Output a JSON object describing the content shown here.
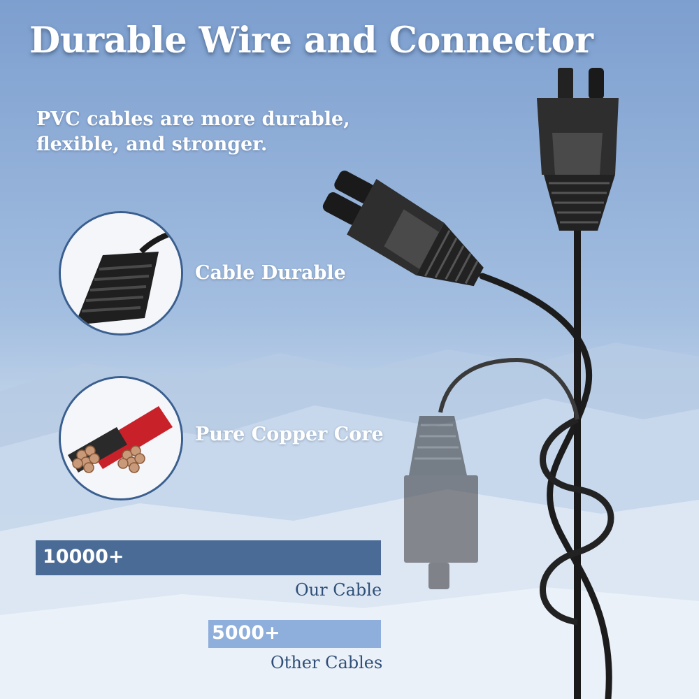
{
  "title": "Durable Wire and Connector",
  "subtitle_lines": [
    "PVC cables are more durable,",
    "flexible, and stronger."
  ],
  "features": [
    {
      "label": "Cable Durable",
      "icon": "connector-closeup-icon"
    },
    {
      "label": "Pure Copper Core",
      "icon": "copper-core-icon"
    }
  ],
  "comparison": {
    "ours": {
      "value": "10000+",
      "label": "Our Cable",
      "color": "#4a6b96"
    },
    "others": {
      "value": "5000+",
      "label": "Other Cables",
      "color": "#8eaedb"
    }
  },
  "colors": {
    "sky_top": "#7fa3d4",
    "sky_mid": "#a9c3e3",
    "snow": "#e8f0f8",
    "accent_border": "#3a5f8f"
  }
}
